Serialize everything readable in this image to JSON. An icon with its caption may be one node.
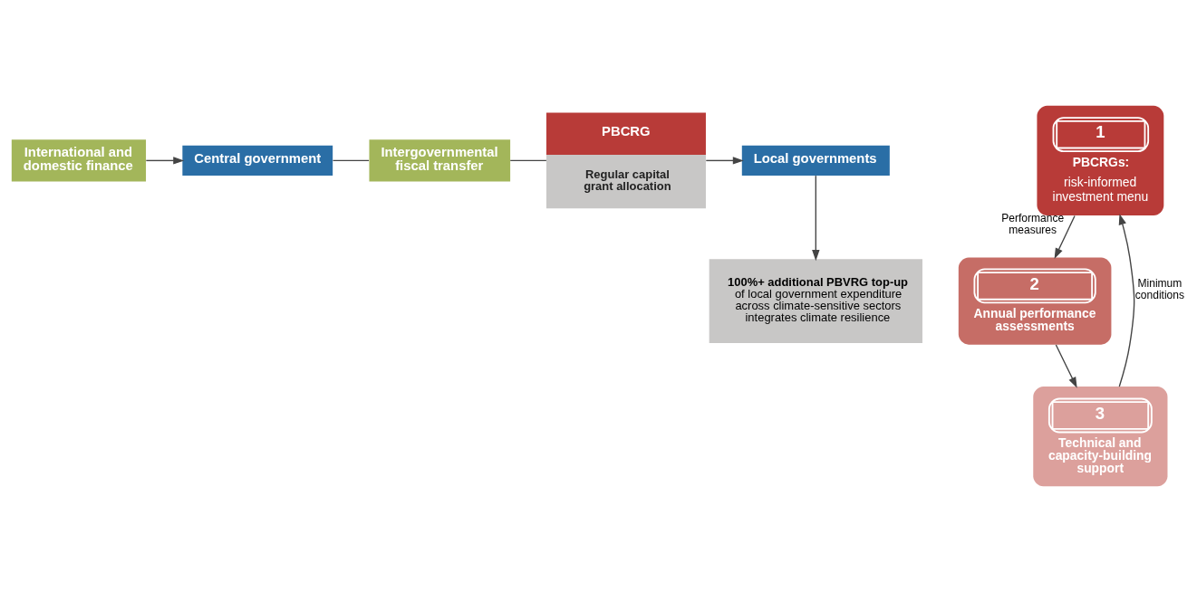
{
  "diagram": {
    "nodes": [
      {
        "text": [
          "International and domestic finance"
        ]
      },
      {
        "text": [
          "Central government"
        ]
      },
      {
        "text": [
          "Intergovernmental fiscal transfer"
        ]
      },
      {
        "text": [
          "PBCRG",
          "Regular capital grant allocation"
        ]
      },
      {
        "text": [
          "Local governments"
        ]
      },
      {
        "text": [
          "100%+ additional PBVRG top-up",
          "of local government expenditure across climate-sensitive sectors integrates climate resilience"
        ]
      },
      {
        "text": [
          "1",
          "PBCRGs:",
          "risk-informed investment menu"
        ]
      },
      {
        "text": [
          "2",
          "Annual performance assessments"
        ]
      },
      {
        "text": [
          "3",
          "Technical and capacity-building support"
        ]
      }
    ],
    "edges": [
      {
        "from": 0,
        "to": 1,
        "arrow": "to"
      },
      {
        "from": 1,
        "to": 2,
        "arrow": "none"
      },
      {
        "from": 2,
        "to": 3,
        "arrow": "none"
      },
      {
        "from": 3,
        "to": 4,
        "arrow": "to"
      },
      {
        "from": 4,
        "to": 5,
        "arrow": "to"
      },
      {
        "from": 6,
        "to": 7,
        "label": "Performance measures",
        "arrow": "to"
      },
      {
        "from": 7,
        "to": 8,
        "arrow": "to"
      },
      {
        "from": 8,
        "to": 6,
        "label": "Minimum conditions",
        "arrow": "to"
      }
    ]
  }
}
